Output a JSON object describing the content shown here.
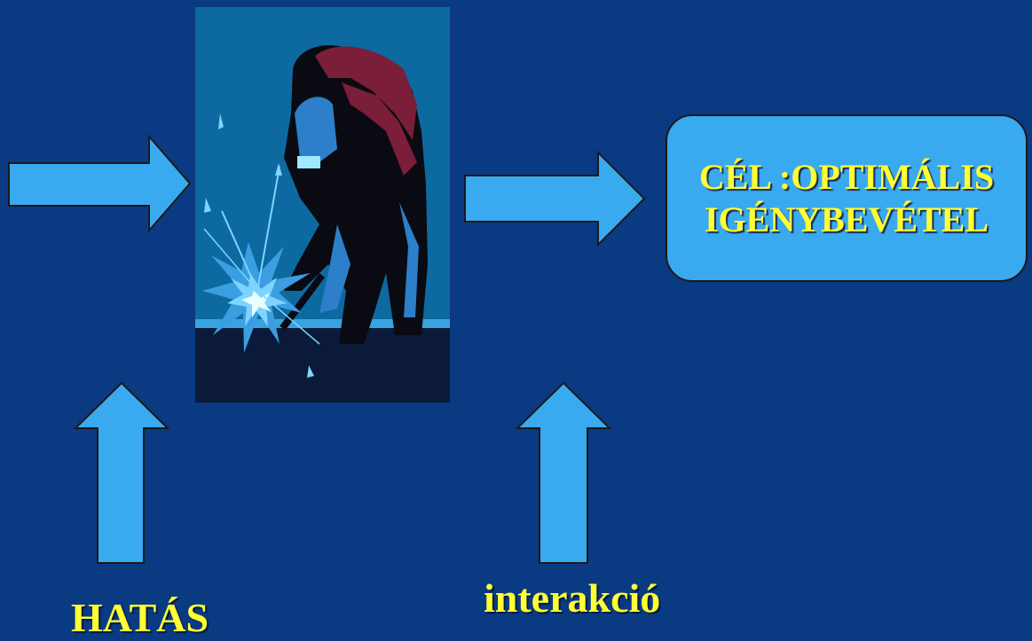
{
  "goal": {
    "line1": "CÉL :OPTIMÁLIS",
    "line2": "IGÉNYBEVÉTEL"
  },
  "labels": {
    "effect": "HATÁS",
    "interaction": "interakció"
  },
  "colors": {
    "background": "#0a3a82",
    "arrow_fill": "#3aaaf0",
    "box_fill": "#3aaaf0",
    "text": "#ffff33"
  },
  "picture": {
    "icon": "welder-icon"
  }
}
